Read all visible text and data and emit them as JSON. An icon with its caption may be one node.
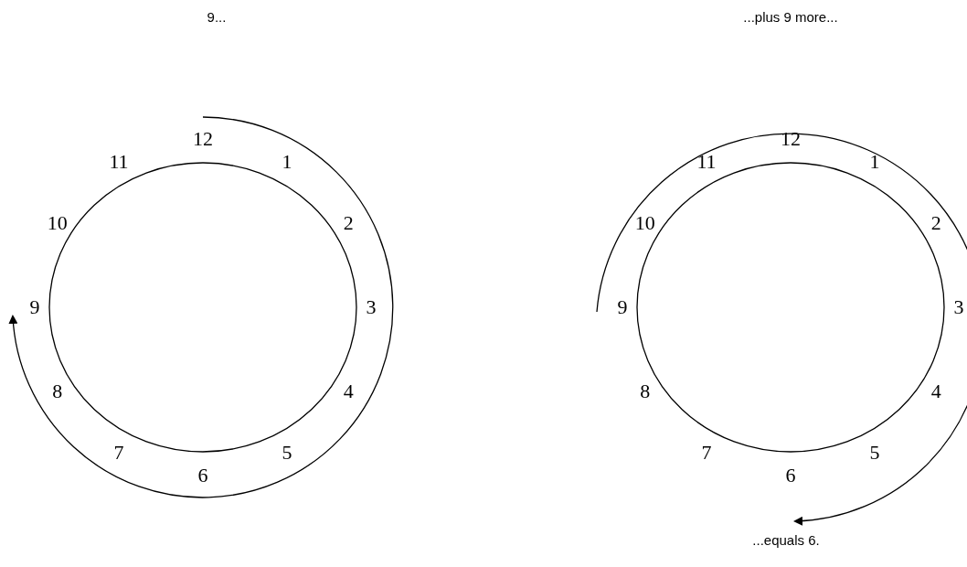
{
  "diagram": {
    "labels": [
      "9...",
      "...plus 9 more...",
      "1",
      "2",
      "3",
      "4",
      "5",
      "6",
      "7",
      "8",
      "9",
      "10",
      "11",
      "12",
      "1",
      "2",
      "3",
      "4",
      "5",
      "6",
      "7",
      "8",
      "9",
      "10",
      "11",
      "12",
      "...equals 6."
    ]
  }
}
